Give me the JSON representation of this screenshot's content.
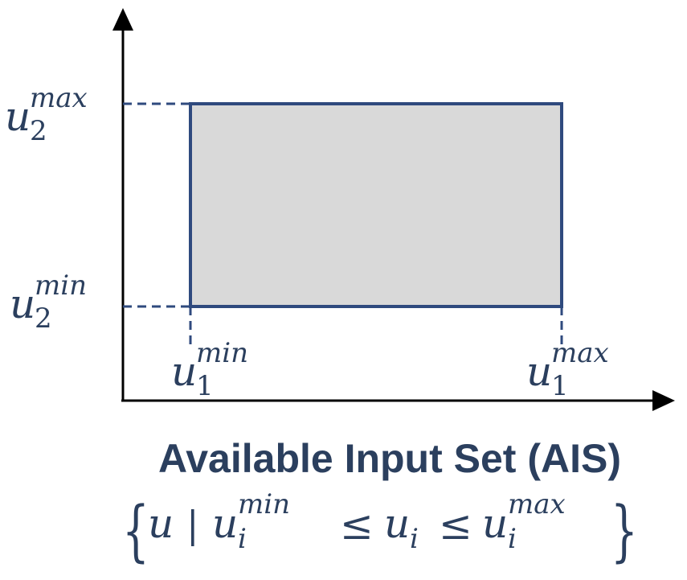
{
  "labels": {
    "u": "u",
    "sub_1": "1",
    "sub_2": "2",
    "sub_i": "i",
    "sup_max": "max",
    "sup_min": "min"
  },
  "title": "Available Input Set (AIS)",
  "set_notation": {
    "open_brace": "{",
    "close_brace": "}",
    "u": "u",
    "separator": "|",
    "leq": "≤"
  },
  "colors": {
    "axis": "#000000",
    "box_stroke": "#2f4a7e",
    "box_fill": "#d9d9d9",
    "text": "#2b3f5e"
  }
}
